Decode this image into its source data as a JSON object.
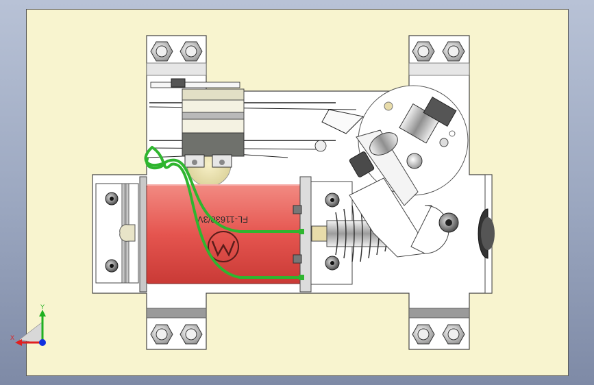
{
  "view": {
    "sheet_color": "#f8f4cf",
    "background_top": "#b8c2d6",
    "background_bottom": "#7e8aa6"
  },
  "model": {
    "coil_label": "FL-11630/3V",
    "coil_color": "#e8615c",
    "wire_color": "#33cc33",
    "logo_icon": "motorola-logo-icon"
  },
  "triad": {
    "x_label": "X",
    "y_label": "Y",
    "x_color": "#e02020",
    "y_color": "#20b020",
    "z_color": "#1030e0"
  }
}
